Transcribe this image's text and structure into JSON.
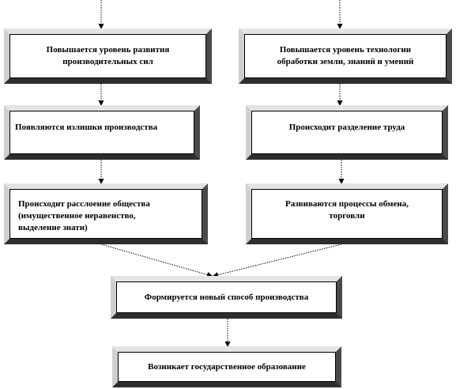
{
  "diagram": {
    "boxes": {
      "l1": "Повышается уровень развития\nпроизводительных  сил",
      "r1": "Повышается уровень технологии\nобработки земли, знаний и умений",
      "l2": "Появляются излишки производства",
      "r2": "Происходит разделение труда",
      "l3": "Происходит расслоение общества\n(имущественное неравенство,\nвыделение  знати)",
      "r3": "Развиваются процессы обмена,\nторговли",
      "c1": "Формируется новый способ производства",
      "c2": "Возникает государственное  образование"
    }
  }
}
